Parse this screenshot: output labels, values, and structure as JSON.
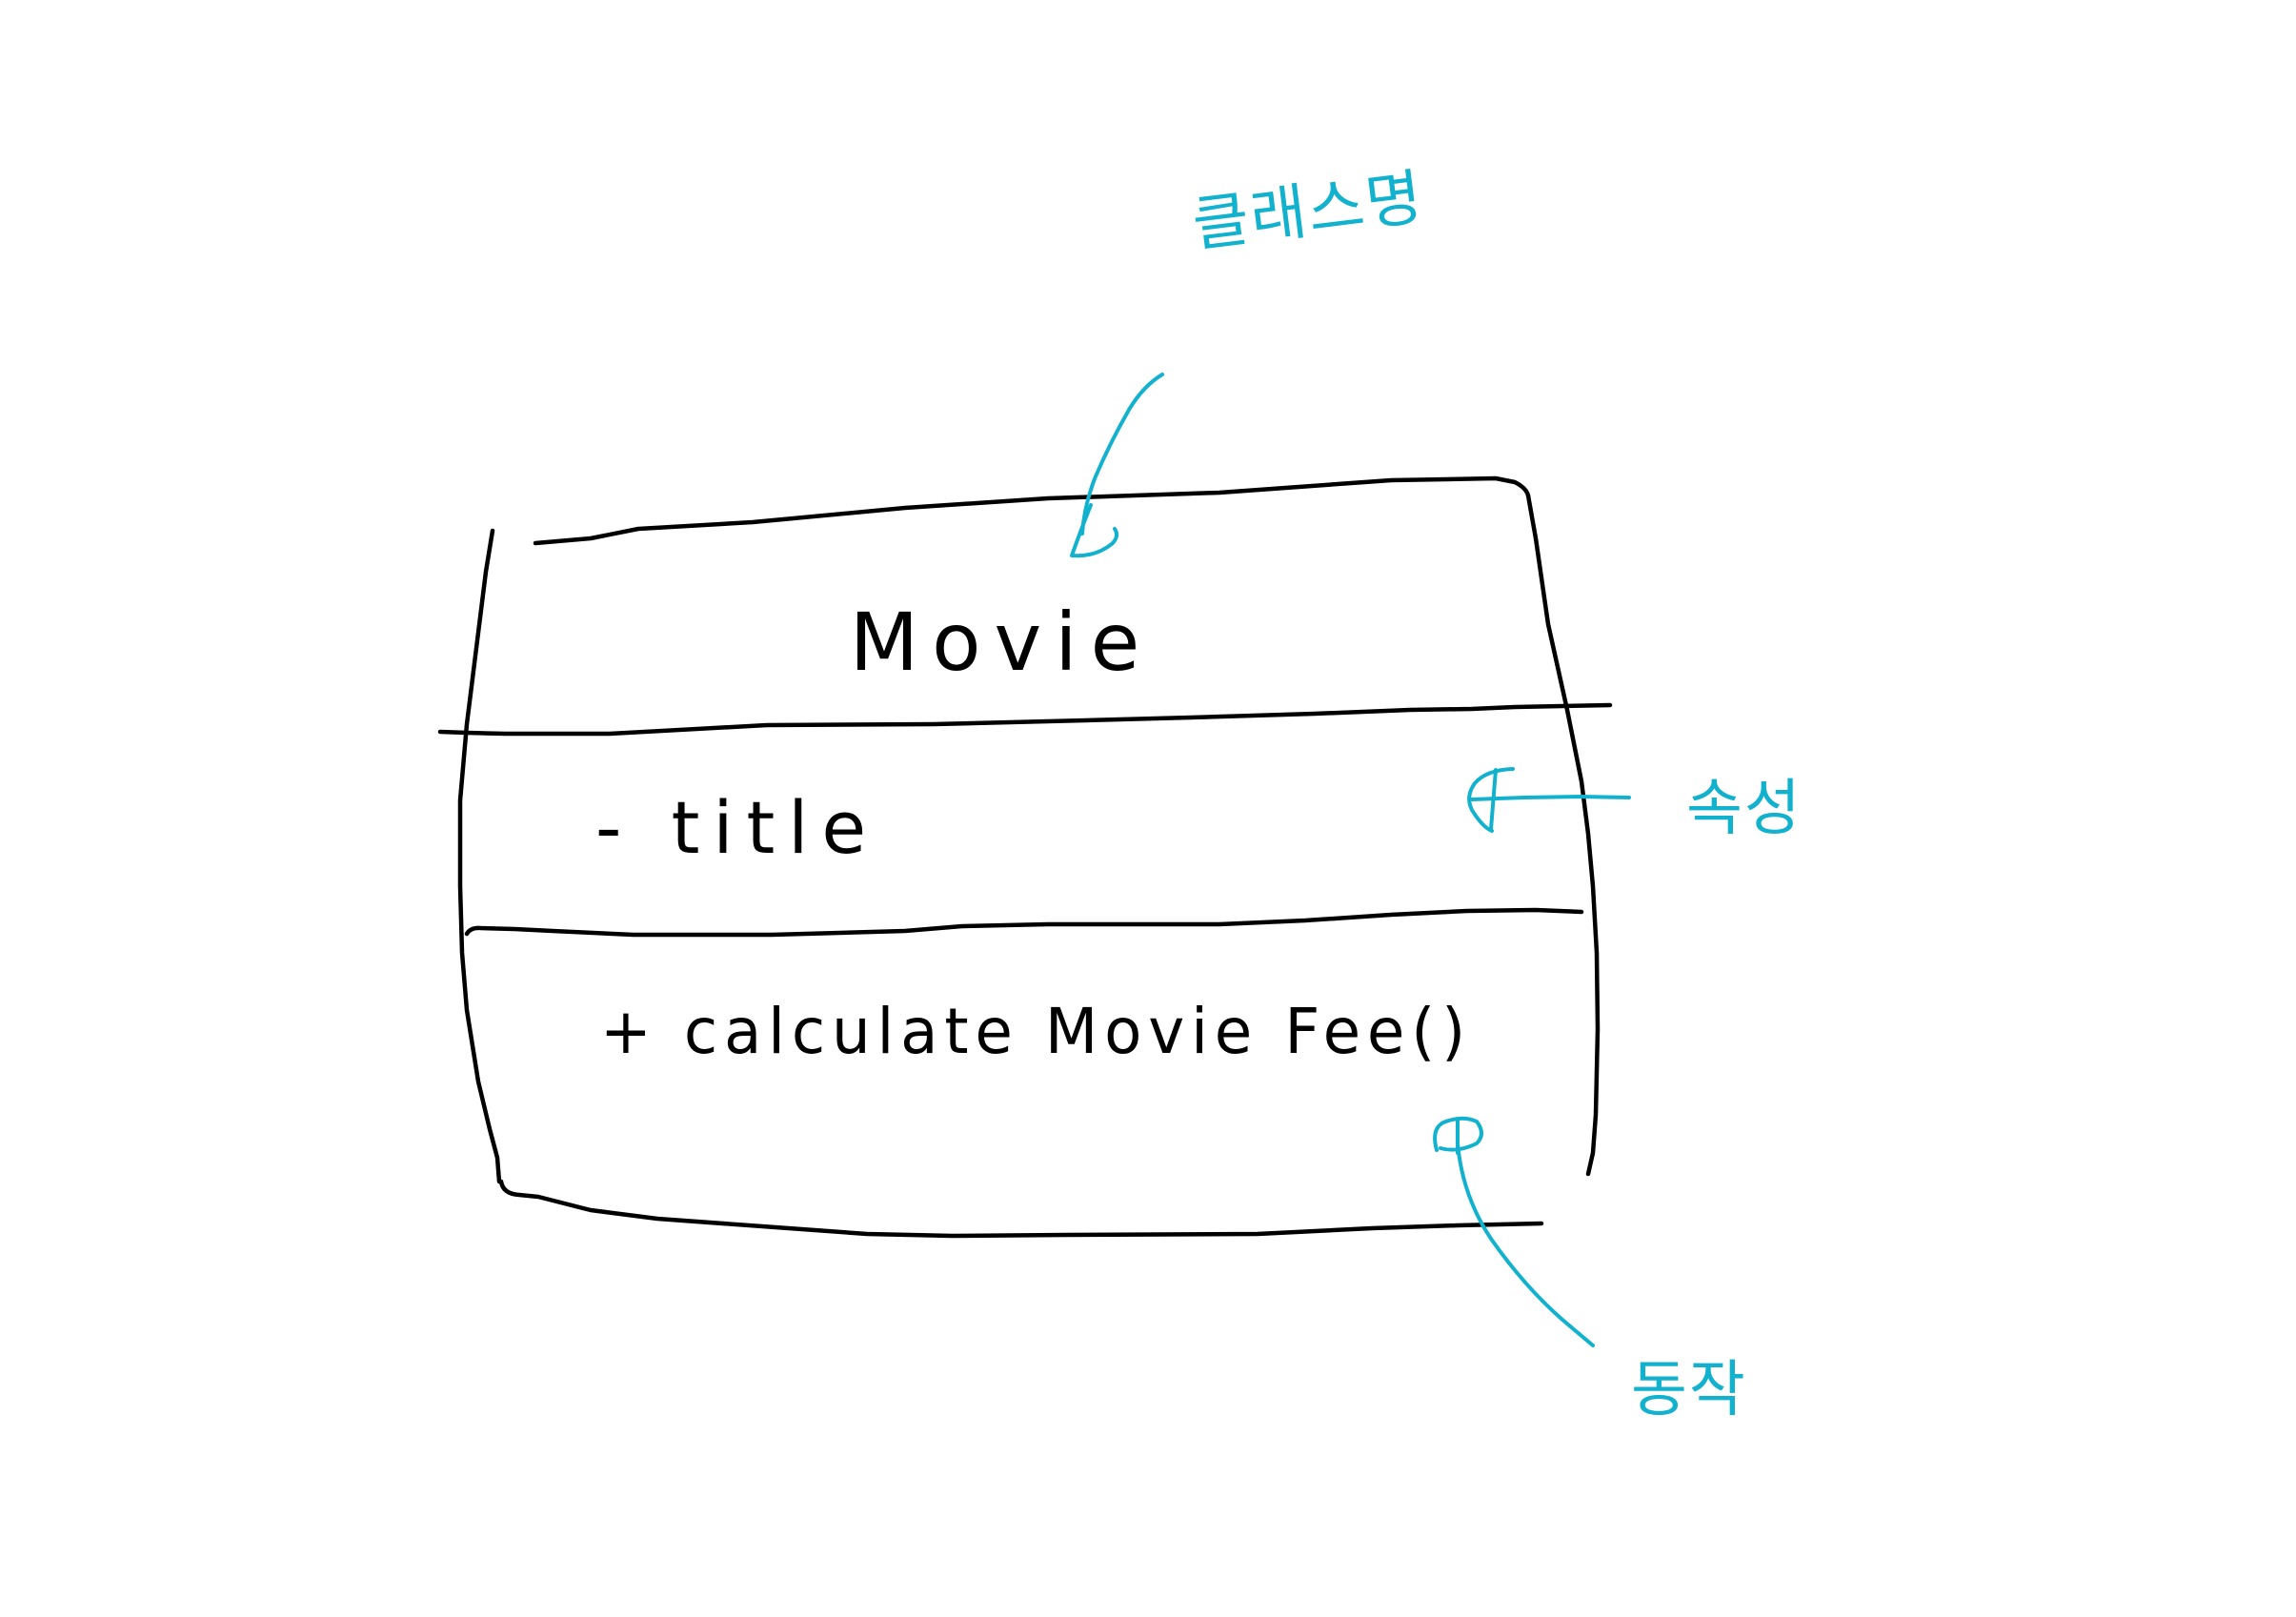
{
  "diagram": {
    "class_name": "Movie",
    "attribute": "- title",
    "operation": "+ calculate Movie Fee()"
  },
  "annotations": {
    "class_name_label": "클래스명",
    "attribute_label": "속성",
    "operation_label": "동작"
  },
  "colors": {
    "ink": "#000000",
    "annotation": "#12b2cf",
    "background": "#ffffff"
  }
}
